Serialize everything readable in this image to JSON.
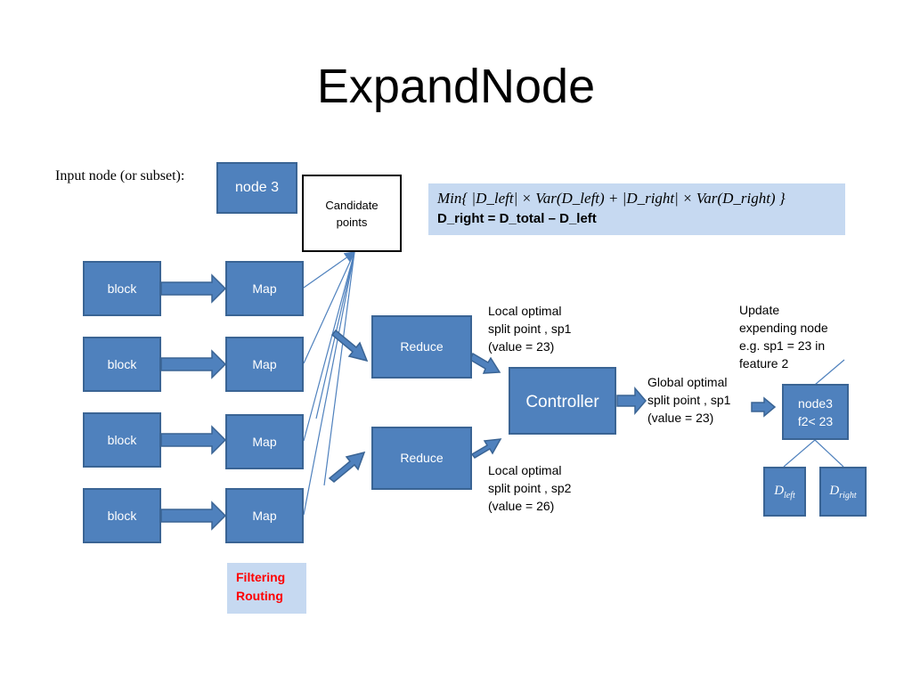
{
  "title": "ExpandNode",
  "input_label": "Input node (or subset):",
  "input_node": "node 3",
  "candidate": {
    "line1": "Candidate",
    "line2": "points"
  },
  "formula": {
    "text": "Min{ |D_left| × Var(D_left) + |D_right| × Var(D_right) }",
    "sub": "D_right = D_total – D_left"
  },
  "blocks": [
    "block",
    "block",
    "block",
    "block"
  ],
  "maps": [
    "Map",
    "Map",
    "Map",
    "Map"
  ],
  "reduces": [
    "Reduce",
    "Reduce"
  ],
  "controller": "Controller",
  "filtering": {
    "line1": "Filtering",
    "line2": "Routing"
  },
  "local1": {
    "line1": "Local optimal",
    "line2": "split point , sp1",
    "line3": "(value = 23)"
  },
  "local2": {
    "line1": "Local optimal",
    "line2": "split point , sp2",
    "line3": "(value = 26)"
  },
  "global": {
    "line1": "Global optimal",
    "line2": "split point , sp1",
    "line3": "(value = 23)"
  },
  "update": {
    "line1": "Update",
    "line2": "expending node",
    "line3": "e.g. sp1 = 23 in",
    "line4": "feature 2"
  },
  "tree": {
    "node_line1": "node3",
    "node_line2": "f2< 23",
    "left": "D_left",
    "right": "D_right"
  },
  "colors": {
    "box_fill": "#4f81bd",
    "box_border": "#3a6494",
    "formula_bg": "#c6d9f1",
    "filter_bg": "#c6d9f1",
    "filter_text": "#ff0000"
  }
}
